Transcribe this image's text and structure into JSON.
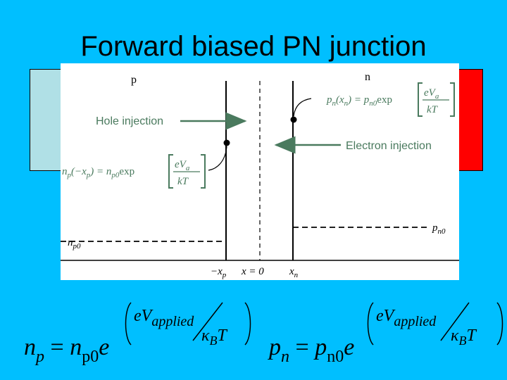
{
  "slide": {
    "title": "Forward biased PN junction",
    "colors": {
      "background": "#00BFFF",
      "p_block": "#B0E0E6",
      "n_block": "#FF0000",
      "arrow": "#4A7A5E"
    }
  },
  "diagram": {
    "region_p": "p",
    "region_n": "n",
    "hole_injection": "Hole injection",
    "electron_injection": "Electron injection",
    "eq_pn_lhs": "p",
    "eq_pn_lhs_sub": "n",
    "eq_pn_arg": "(x",
    "eq_pn_arg_sub": "n",
    "eq_pn_mid": ") = p",
    "eq_pn_mid_sub": "n0",
    "eq_pn_exp": "exp",
    "eq_np_lhs": "n",
    "eq_np_lhs_sub": "p",
    "eq_np_arg": "(−x",
    "eq_np_arg_sub": "p",
    "eq_np_mid": ") = n",
    "eq_np_mid_sub": "p0",
    "eq_np_exp": "exp",
    "frac_num": "eV",
    "frac_num_sub": "a",
    "frac_den": "kT",
    "label_pn0": "p",
    "label_pn0_sub": "n0",
    "label_np0": "n",
    "label_np0_sub": "p0",
    "axis_minus_xp": "−x",
    "axis_minus_xp_sub": "p",
    "axis_x0": "x = 0",
    "axis_xn": "x",
    "axis_xn_sub": "n"
  },
  "equations": {
    "left": {
      "lhs": "n",
      "lhs_sub": "p",
      "eq": " = ",
      "rhs": "n",
      "rhs_sub": "p0",
      "base": "e",
      "exp_num": "eV",
      "exp_num_sub": "applied",
      "exp_den": "κ",
      "exp_den_sub": "B",
      "exp_den_tail": "T"
    },
    "right": {
      "lhs": "p",
      "lhs_sub": "n",
      "eq": " = ",
      "rhs": "p",
      "rhs_sub": "n0",
      "base": "e",
      "exp_num": "eV",
      "exp_num_sub": "applied",
      "exp_den": "κ",
      "exp_den_sub": "B",
      "exp_den_tail": "T"
    }
  }
}
